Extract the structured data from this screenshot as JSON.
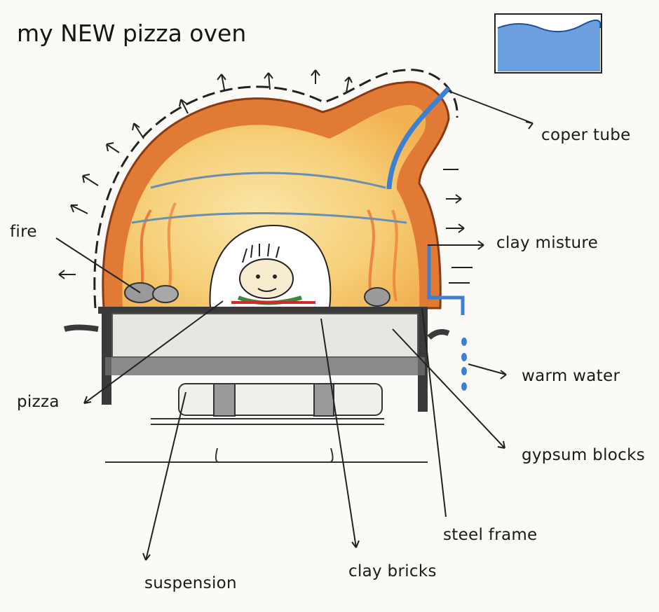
{
  "title": "my NEW pizza oven",
  "labels": {
    "coper_tube": "coper tube",
    "fire": "fire",
    "clay_misture": "clay misture",
    "warm_water": "warm water",
    "pizza": "pizza",
    "gypsum_blocks": "gypsum blocks",
    "steel_frame": "steel frame",
    "clay_bricks": "clay bricks",
    "suspension": "suspension"
  },
  "colors": {
    "shell": "#e07a35",
    "heat": "#f6cf78",
    "water": "#3d7fd0",
    "ink": "#1a1a1a",
    "frame": "#3a3a3a"
  }
}
